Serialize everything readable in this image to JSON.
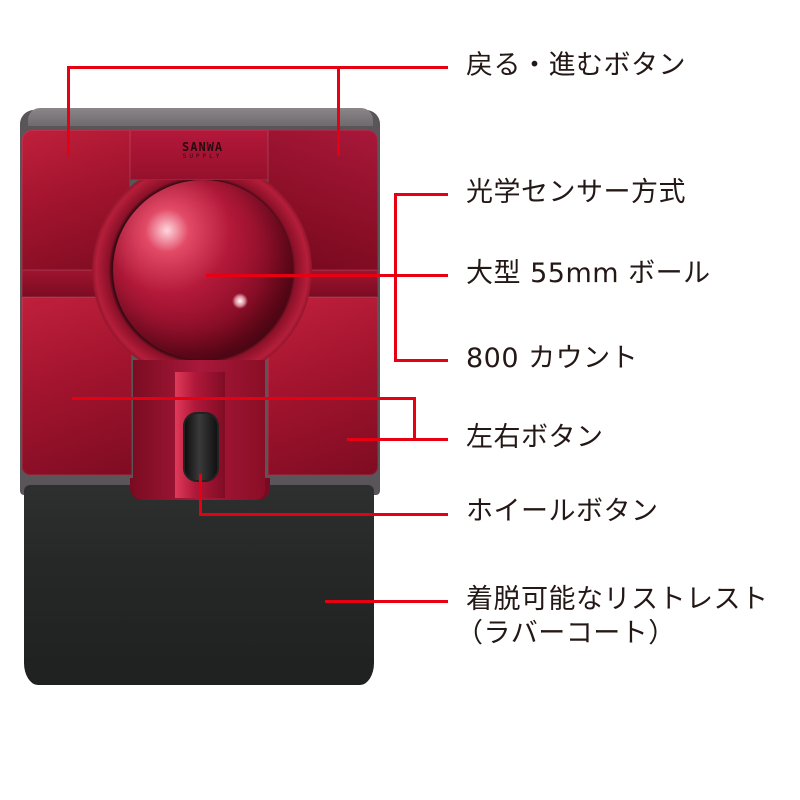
{
  "product": {
    "brand_logo": "SANWA",
    "brand_logo_sub": "SUPPLY",
    "colors": {
      "body_red": "#a3142e",
      "ball_red": "#b4193a",
      "wrist_rest": "#262828",
      "leader_line": "#e60012",
      "label_text": "#231815"
    }
  },
  "callouts": [
    {
      "id": "back-forward",
      "label": "戻る・進むボタン"
    },
    {
      "id": "optical-sensor",
      "label": "光学センサー方式"
    },
    {
      "id": "ball",
      "label": "大型 55mm ボール"
    },
    {
      "id": "count",
      "label": "800 カウント"
    },
    {
      "id": "left-right",
      "label": "左右ボタン"
    },
    {
      "id": "wheel",
      "label": "ホイールボタン"
    },
    {
      "id": "wrist-rest",
      "label": "着脱可能なリストレスト",
      "label_line2": "（ラバーコート）"
    }
  ]
}
